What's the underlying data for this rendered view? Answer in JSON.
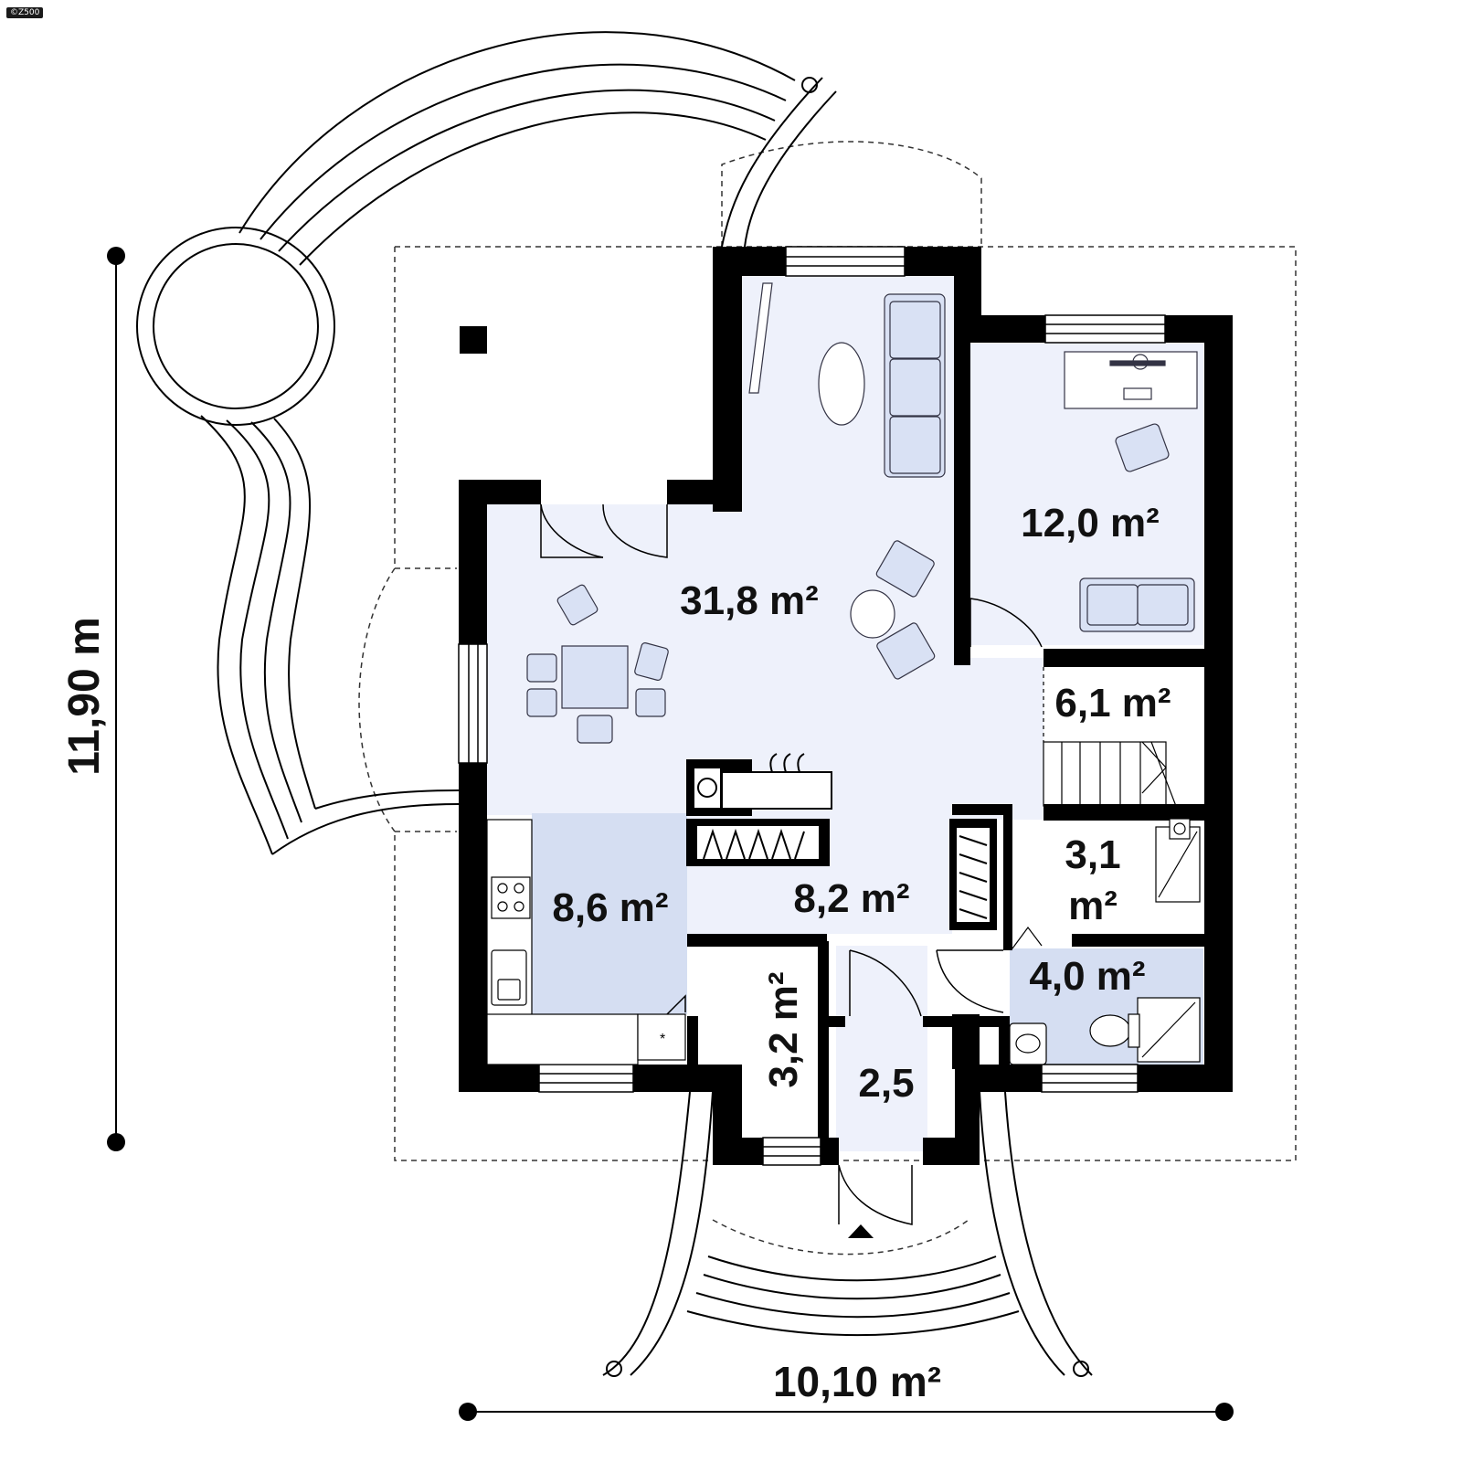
{
  "badge": "©Z500",
  "dimensions": {
    "height": "11,90 m",
    "width": "10,10 m²"
  },
  "rooms": {
    "living": "31,8 m²",
    "study": "12,0 m²",
    "stair": "6,1 m²",
    "wc_number": "3,1",
    "wc_unit": "m²",
    "kitchen": "8,6 m²",
    "hall": "8,2 m²",
    "bath": "4,0 m²",
    "storage": "3,2 m²",
    "vestibule": "2,5"
  },
  "colors": {
    "floor": "#eef1fb",
    "floor_highlight": "#d5def2",
    "furniture": "#d9e1f4",
    "wall": "#000000"
  }
}
